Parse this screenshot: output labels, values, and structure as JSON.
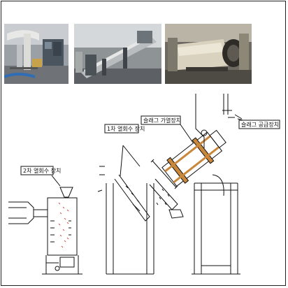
{
  "labels": {
    "secondary_heat_recovery": "2차 열회수 장치",
    "primary_heat_recovery": "1차 열회수 장치",
    "slag_heating": "슬래그 가열장치",
    "slag_supply": "슬래그 공급장치"
  },
  "photos": [
    {
      "name": "photo-ducting-system",
      "icon": "industrial-photo"
    },
    {
      "name": "photo-conveyor-line",
      "icon": "industrial-photo"
    },
    {
      "name": "photo-rotary-kiln",
      "icon": "industrial-photo"
    }
  ]
}
